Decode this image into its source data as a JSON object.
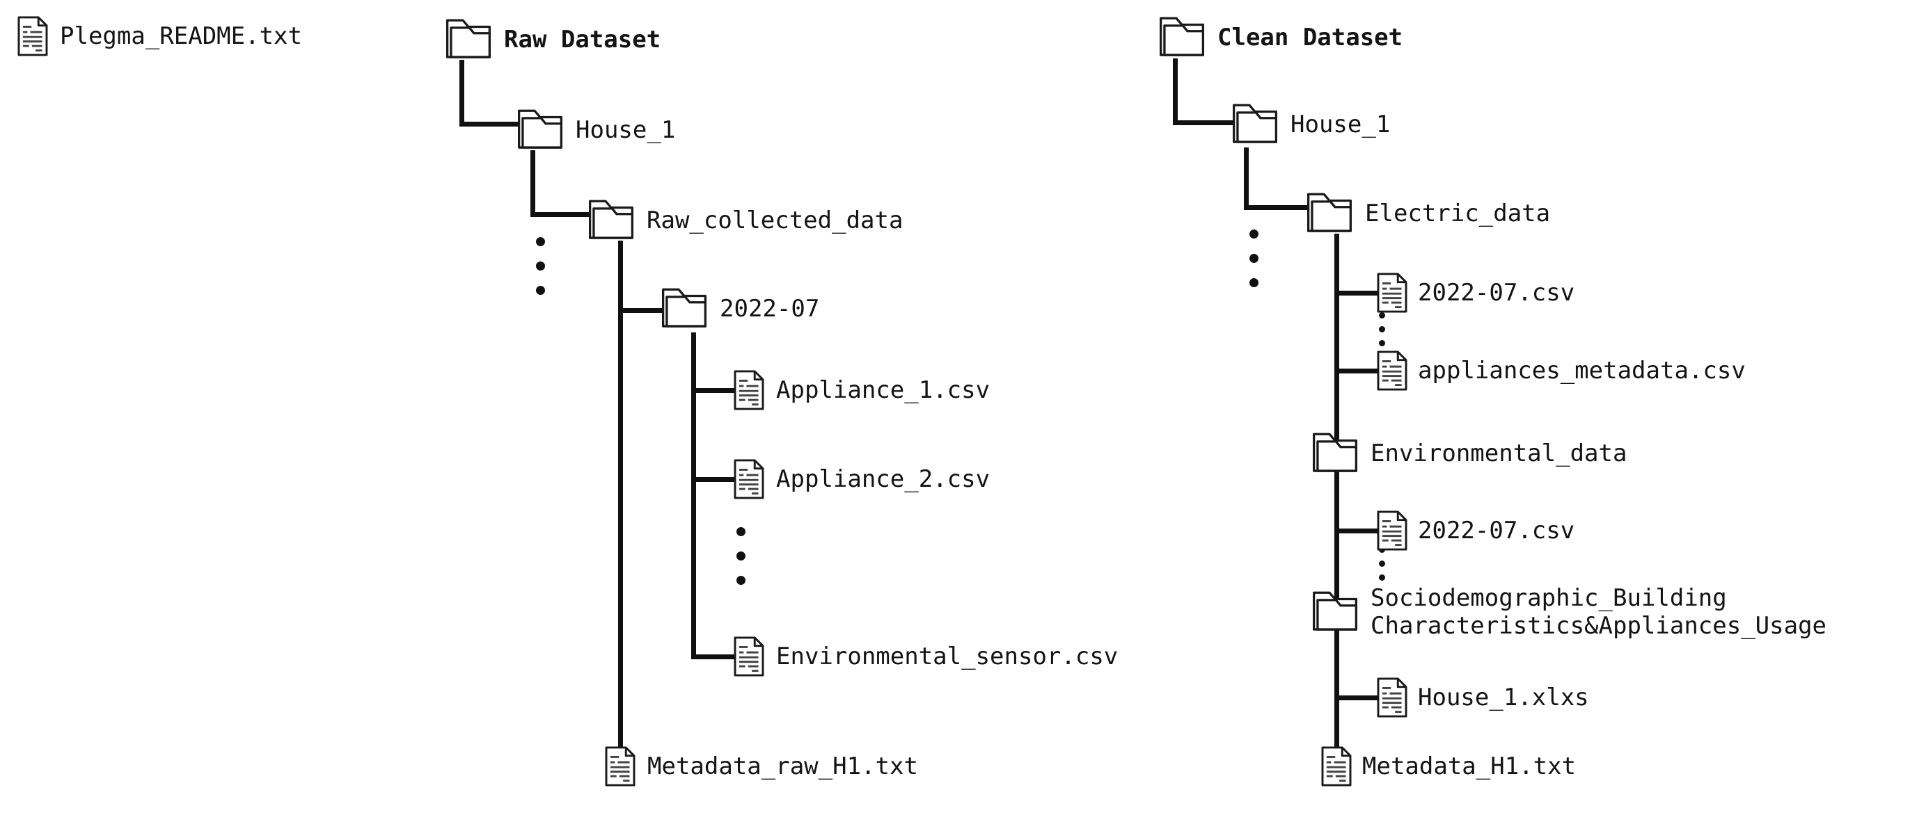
{
  "diagram": {
    "title_hidden": "Plegma dataset folder structure",
    "icons": {
      "folder": "folder-icon",
      "file": "file-icon",
      "ellipsis": "vertical-ellipsis-icon"
    }
  },
  "readme": {
    "label": "Plegma_README.txt",
    "icon": "file-icon"
  },
  "raw_tree": {
    "root": {
      "label": "Raw Dataset",
      "icon": "folder-icon",
      "bold": true
    },
    "house": {
      "label": "House_1",
      "icon": "folder-icon"
    },
    "raw_collected": {
      "label": "Raw_collected_data",
      "icon": "folder-icon"
    },
    "month": {
      "label": "2022-07",
      "icon": "folder-icon"
    },
    "files": [
      {
        "label": "Appliance_1.csv",
        "icon": "file-icon"
      },
      {
        "label": "Appliance_2.csv",
        "icon": "file-icon"
      },
      {
        "label": "Environmental_sensor.csv",
        "icon": "file-icon"
      }
    ],
    "metadata": {
      "label": "Metadata_raw_H1.txt",
      "icon": "file-icon"
    }
  },
  "clean_tree": {
    "root": {
      "label": "Clean Dataset",
      "icon": "folder-icon",
      "bold": true
    },
    "house": {
      "label": "House_1",
      "icon": "folder-icon"
    },
    "electric": {
      "label": "Electric_data",
      "icon": "folder-icon"
    },
    "electric_files": [
      {
        "label": "2022-07.csv",
        "icon": "file-icon"
      },
      {
        "label": "appliances_metadata.csv",
        "icon": "file-icon"
      }
    ],
    "environmental": {
      "label": "Environmental_data",
      "icon": "folder-icon"
    },
    "environmental_files": [
      {
        "label": "2022-07.csv",
        "icon": "file-icon"
      }
    ],
    "sociodemographic": {
      "label": "Sociodemographic_Building\nCharacteristics&Appliances_Usage",
      "icon": "folder-icon"
    },
    "sociodemographic_files": [
      {
        "label": "House_1.xlxs",
        "icon": "file-icon"
      }
    ],
    "metadata": {
      "label": "Metadata_H1.txt",
      "icon": "file-icon"
    }
  },
  "colors": {
    "line": "#111111",
    "text": "#141414",
    "background": "#ffffff"
  }
}
